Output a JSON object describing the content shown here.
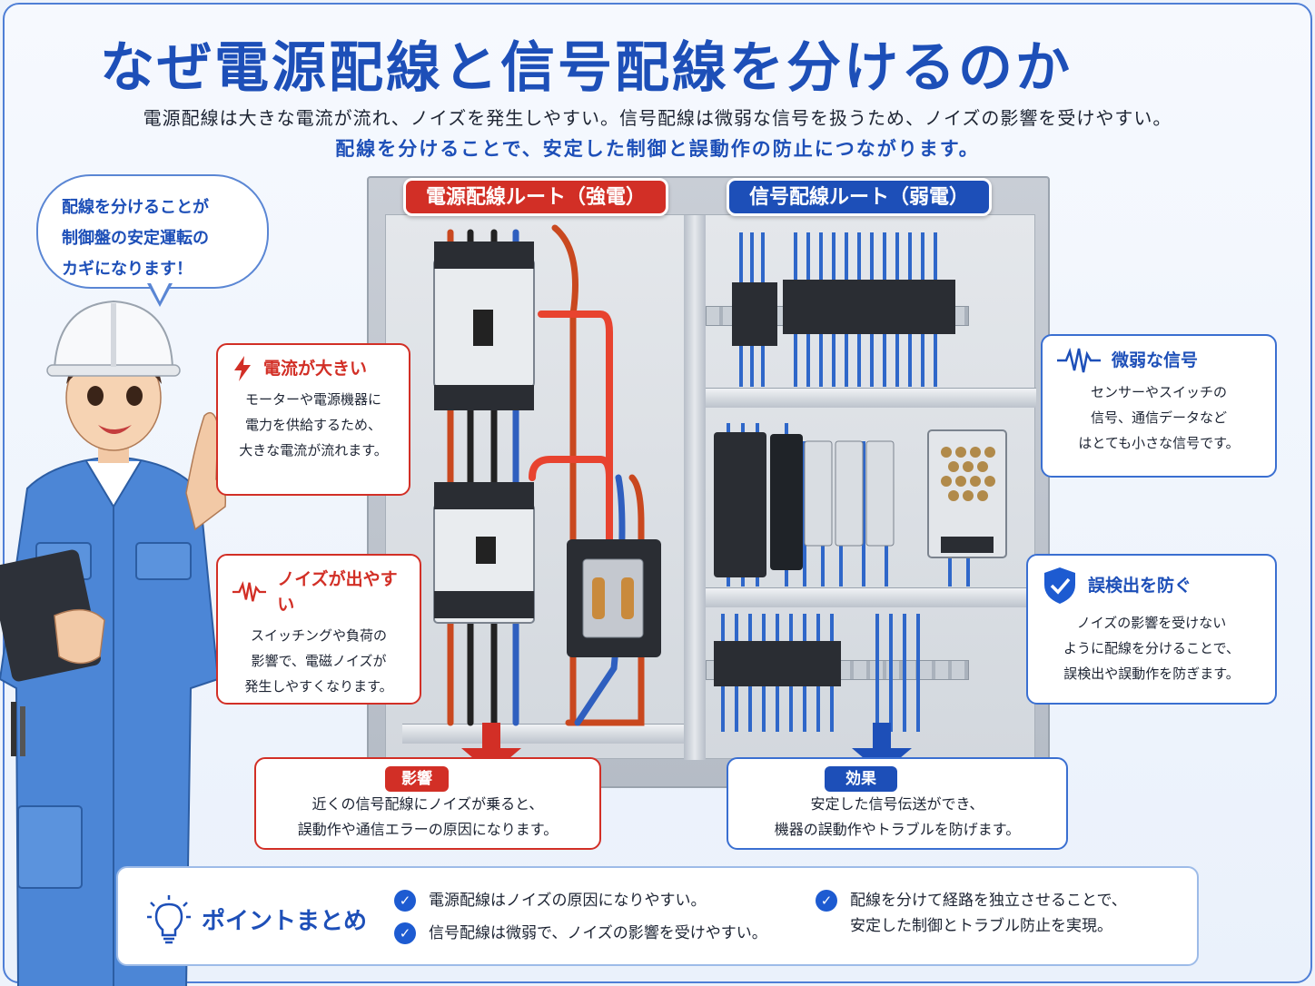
{
  "title": "なぜ電源配線と信号配線を分けるのか",
  "subtitle_line1": "電源配線は大きな電流が流れ、ノイズを発生しやすい。信号配線は微弱な信号を扱うため、ノイズの影響を受けやすい。",
  "subtitle_line2": "配線を分けることで、安定した制御と誤動作の防止につながります。",
  "speech": {
    "line1": "配線を分けることが",
    "line2": "制御盤の安定運転の",
    "line3": "カギになります！"
  },
  "routes": {
    "power": "電源配線ルート（強電）",
    "signal": "信号配線ルート（弱電）"
  },
  "callouts": {
    "large_current": {
      "title": "電流が大きい",
      "lines": [
        "モーターや電源機器に",
        "電力を供給するため、",
        "大きな電流が流れます。"
      ]
    },
    "noise": {
      "title": "ノイズが出やすい",
      "lines": [
        "スイッチングや負荷の",
        "影響で、電磁ノイズが",
        "発生しやすくなります。"
      ]
    },
    "weak_signal": {
      "title": "微弱な信号",
      "lines": [
        "センサーやスイッチの",
        "信号、通信データなど",
        "はとても小さな信号です。"
      ]
    },
    "prevent": {
      "title": "誤検出を防ぐ",
      "lines": [
        "ノイズの影響を受けない",
        "ように配線を分けることで、",
        "誤検出や誤動作を防ぎます。"
      ]
    }
  },
  "impact": {
    "tag": "影響",
    "lines": [
      "近くの信号配線にノイズが乗ると、",
      "誤動作や通信エラーの原因になります。"
    ]
  },
  "effect": {
    "tag": "効果",
    "lines": [
      "安定した信号伝送ができ、",
      "機器の誤動作やトラブルを防げます。"
    ]
  },
  "summary": {
    "title": "ポイントまとめ",
    "items": [
      "電源配線はノイズの原因になりやすい。",
      "信号配線は微弱で、ノイズの影響を受けやすい。"
    ],
    "item3_lines": [
      "配線を分けて経路を独立させることで、",
      "安定した制御とトラブル防止を実現。"
    ]
  },
  "colors": {
    "power": "#d22f26",
    "signal": "#1d4fb8",
    "accent_blue": "#1d5bd1"
  },
  "icons": [
    "lightning-icon",
    "noise-wave-icon",
    "signal-wave-icon",
    "shield-check-icon",
    "lightbulb-icon",
    "check-icon"
  ]
}
